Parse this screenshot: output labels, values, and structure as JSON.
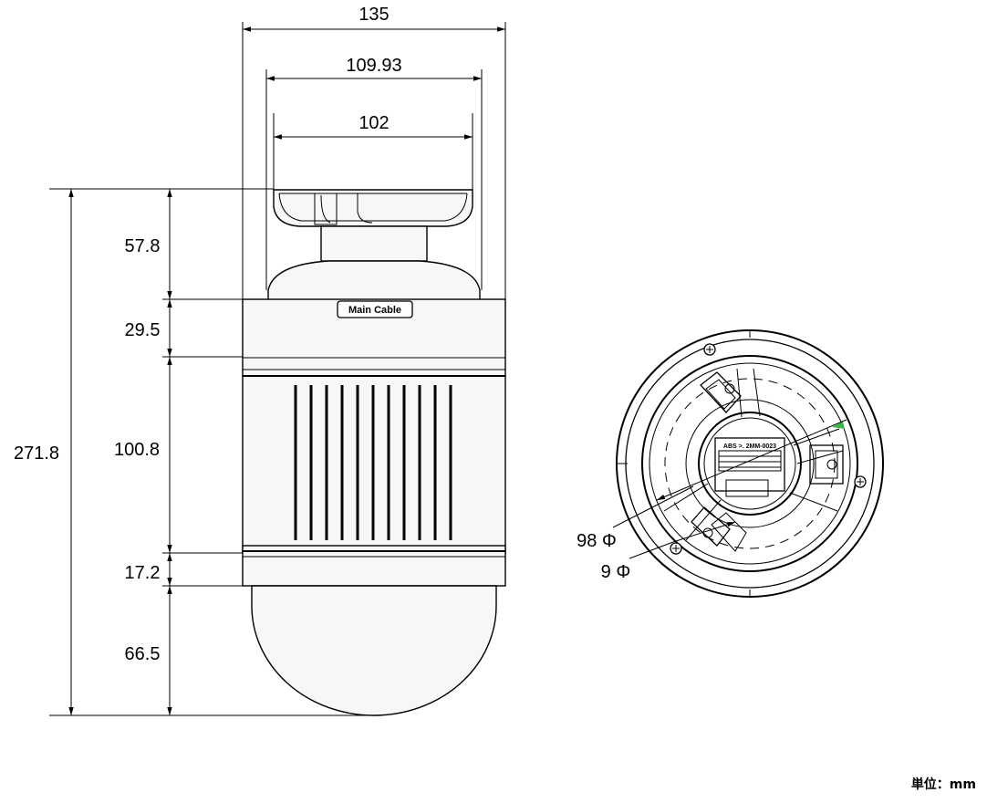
{
  "side_view": {
    "width_overall": "135",
    "width_base": "109.93",
    "width_bracket": "102",
    "height_total": "271.8",
    "height_bracket": "57.8",
    "height_top_band": "29.5",
    "height_main_body": "100.8",
    "height_bottom_band": "17.2",
    "height_dome": "66.5",
    "cable_label": "Main Cable"
  },
  "bottom_view": {
    "diameter_large": "98 Φ",
    "diameter_small": "9 Φ",
    "part_marking": "ABS >. 2MM-0023"
  },
  "unit_label": "単位：mm"
}
